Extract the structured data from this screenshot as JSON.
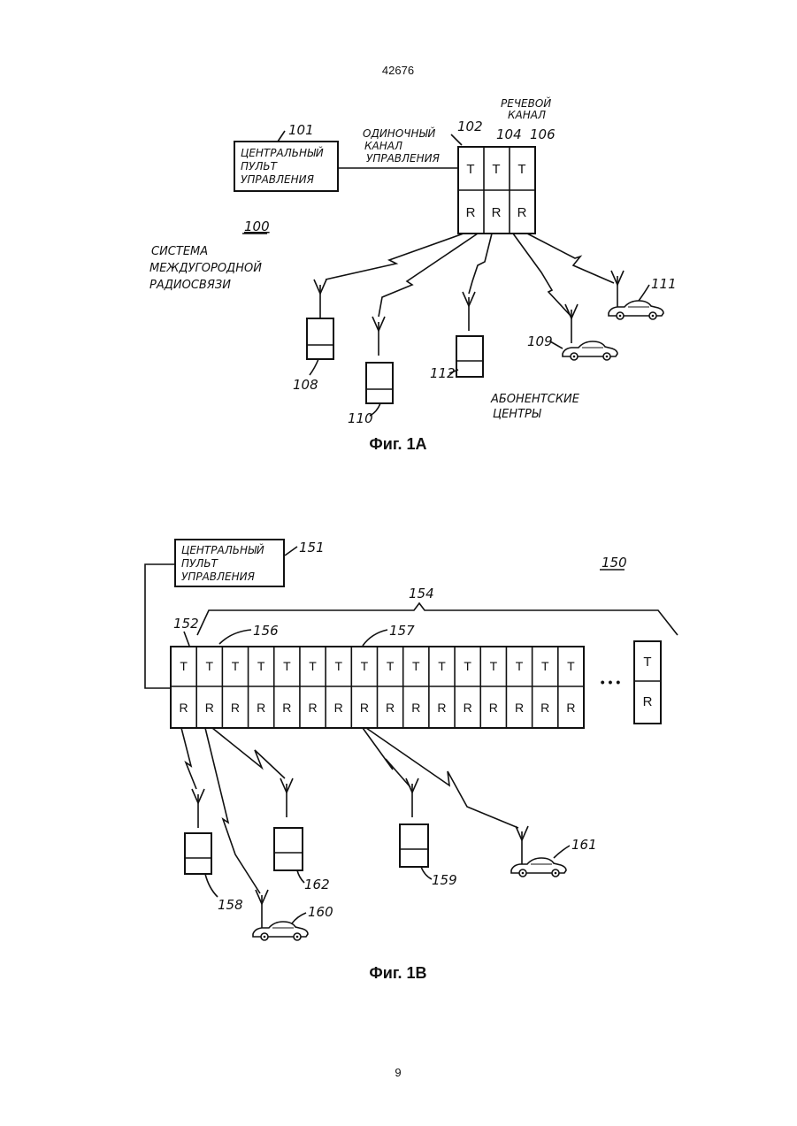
{
  "page": {
    "doc_number": "42676",
    "page_number": "9"
  },
  "fig1a": {
    "caption": "Фиг. 1А",
    "system_ref": "100",
    "system_label": [
      "СИСТЕМА",
      "МЕЖДУГОРОДНОЙ",
      "РАДИОСВЯЗИ"
    ],
    "central_ref": "101",
    "central_label": [
      "ЦЕНТРАЛЬНЫЙ",
      "ПУЛЬТ",
      "УПРАВЛЕНИЯ"
    ],
    "control_channel_label": [
      "ОДИНОЧНЫЙ",
      "КАНАЛ",
      "УПРАВЛЕНИЯ"
    ],
    "voice_channel_label": [
      "РЕЧЕВОЙ",
      "КАНАЛ"
    ],
    "channel_refs": [
      "102",
      "104",
      "106"
    ],
    "cells_top": [
      "T",
      "T",
      "T"
    ],
    "cells_bottom": [
      "R",
      "R",
      "R"
    ],
    "subscriber_label": [
      "АБОНЕНТСКИЕ",
      "ЦЕНТРЫ"
    ],
    "terminal_refs": [
      "108",
      "110",
      "112",
      "109",
      "111"
    ]
  },
  "fig1b": {
    "caption": "Фиг. 1В",
    "system_ref": "150",
    "central_ref": "151",
    "central_label": [
      "ЦЕНТРАЛЬНЫЙ",
      "ПУЛЬТ",
      "УПРАВЛЕНИЯ"
    ],
    "bracket_ref": "154",
    "refs_top": [
      "152",
      "156",
      "157"
    ],
    "cells_top": [
      "T",
      "T",
      "T",
      "T",
      "T",
      "T",
      "T",
      "T",
      "T",
      "T",
      "T",
      "T",
      "T",
      "T",
      "T",
      "T"
    ],
    "cells_bottom": [
      "R",
      "R",
      "R",
      "R",
      "R",
      "R",
      "R",
      "R",
      "R",
      "R",
      "R",
      "R",
      "R",
      "R",
      "R",
      "R"
    ],
    "ellipsis": "• • •",
    "last_top": "T",
    "last_bottom": "R",
    "terminal_refs": [
      "158",
      "160",
      "162",
      "159",
      "161"
    ]
  }
}
